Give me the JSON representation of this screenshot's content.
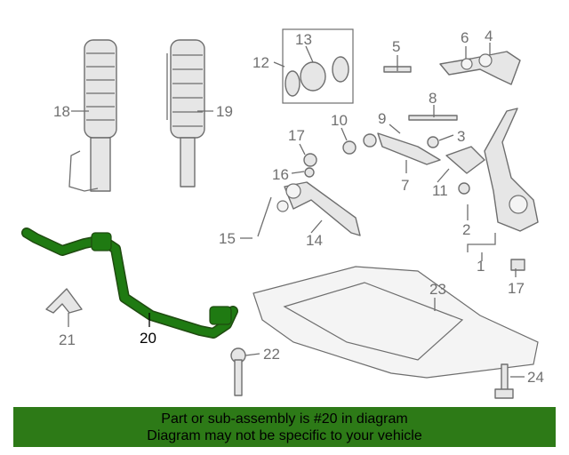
{
  "callouts": {
    "c1": "1",
    "c2": "2",
    "c3": "3",
    "c4": "4",
    "c5": "5",
    "c6": "6",
    "c7": "7",
    "c8": "8",
    "c9": "9",
    "c10": "10",
    "c11": "11",
    "c12": "12",
    "c13": "13",
    "c14": "14",
    "c15": "15",
    "c16": "16",
    "c17a": "17",
    "c17b": "17",
    "c18": "18",
    "c19": "19",
    "c20": "20",
    "c21": "21",
    "c22": "22",
    "c23": "23",
    "c24": "24"
  },
  "highlight_part": "20",
  "colors": {
    "highlight": "#1f7a12",
    "footer_bg": "#2d7a17",
    "line": "#6e6e6e"
  },
  "footer": {
    "line1": "Part or sub-assembly is #20 in diagram",
    "line2": "Diagram may not be specific to your vehicle"
  }
}
